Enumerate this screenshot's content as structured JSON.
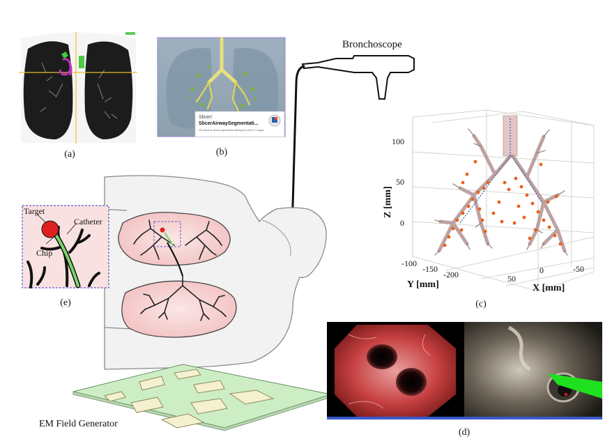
{
  "labels": {
    "panel_a": "(a)",
    "panel_b": "(b)",
    "panel_c": "(c)",
    "panel_d": "(d)",
    "panel_e": "(e)",
    "bronchoscope": "Bronchoscope",
    "em_field_generator": "EM Field Generator"
  },
  "inset_e": {
    "target": "Target",
    "catheter": "Catheter",
    "chip": "Chip"
  },
  "slicer_card": {
    "title": "Slicer/",
    "name": "SlicerAirwaySegmentati...",
    "description": "3D module for airway segmentation starting from chest CT images"
  },
  "plot3d": {
    "z_label": "Z [mm]",
    "y_label": "Y [mm]",
    "x_label": "X [mm]",
    "z_ticks": [
      "100",
      "50",
      "0"
    ],
    "y_ticks": [
      "-100",
      "-150",
      "-200"
    ],
    "x_ticks": [
      "50",
      "0",
      "-50"
    ]
  },
  "colors": {
    "lung_fill": "#f8d4d4",
    "airway_orange": "#e8601c",
    "em_grid_green": "#cdeec4",
    "inset_border": "#5b53c9",
    "catheter_green": "#7bd66b",
    "target_red": "#e02020"
  }
}
